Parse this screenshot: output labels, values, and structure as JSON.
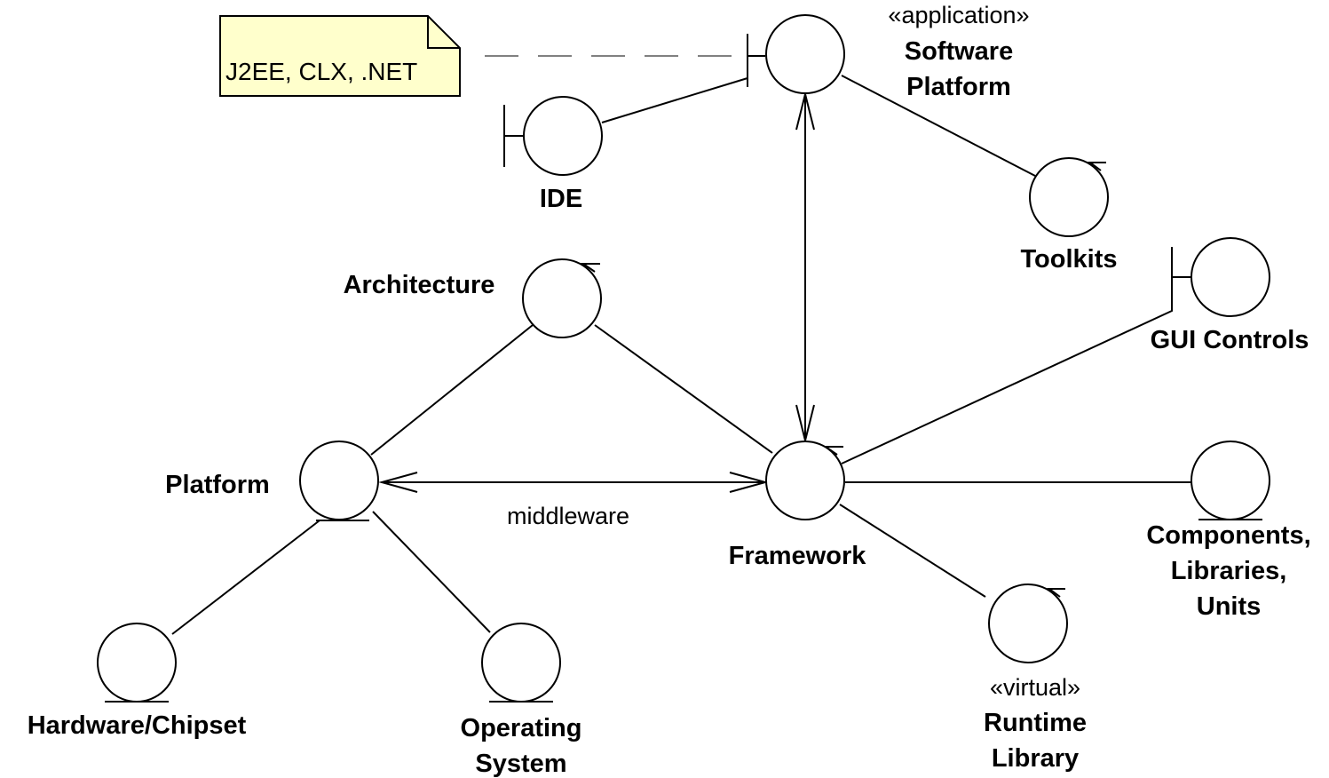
{
  "note": {
    "text": "J2EE, CLX, .NET",
    "fill": "#ffffcc"
  },
  "nodes": {
    "software_platform": {
      "stereotype": "«application»",
      "line1": "Software",
      "line2": "Platform",
      "kind": "boundary"
    },
    "ide": {
      "label": "IDE",
      "kind": "boundary"
    },
    "toolkits": {
      "label": "Toolkits",
      "kind": "control"
    },
    "architecture": {
      "label": "Architecture",
      "kind": "control"
    },
    "gui_controls": {
      "label": "GUI Controls",
      "kind": "boundary"
    },
    "platform": {
      "label": "Platform",
      "kind": "entity"
    },
    "framework": {
      "label": "Framework",
      "kind": "control"
    },
    "components": {
      "line1": "Components,",
      "line2": "Libraries,",
      "line3": "Units",
      "kind": "entity"
    },
    "runtime_library": {
      "stereotype": "«virtual»",
      "line1": "Runtime",
      "line2": "Library",
      "kind": "control"
    },
    "hardware": {
      "label": "Hardware/Chipset",
      "kind": "entity"
    },
    "operating_system": {
      "line1": "Operating",
      "line2": "System",
      "kind": "entity"
    }
  },
  "edges": {
    "middleware": "middleware"
  }
}
